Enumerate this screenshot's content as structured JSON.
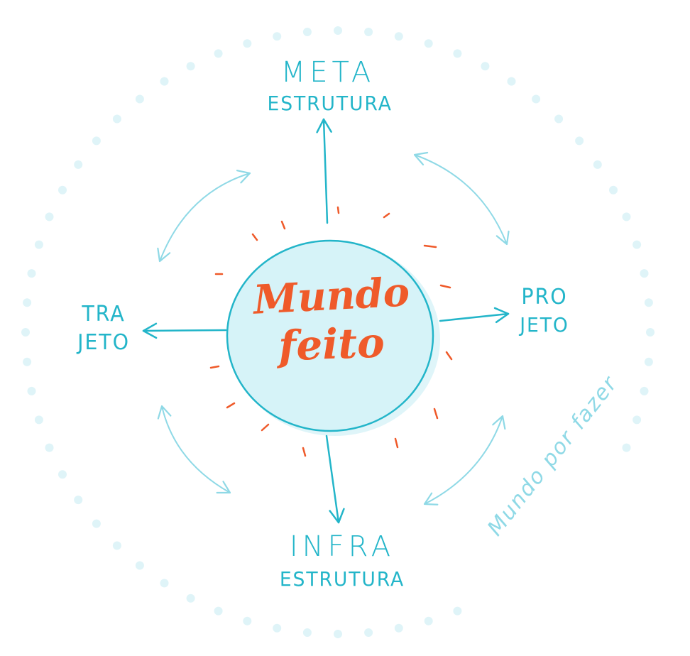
{
  "diagram": {
    "center": {
      "line1": "Mundo",
      "line2": "feito"
    },
    "top": {
      "line1": "META",
      "line2": "ESTRUTURA"
    },
    "bottom": {
      "line1": "INFRA",
      "line2": "ESTRUTURA"
    },
    "left": {
      "line1": "TRA",
      "line2": "JETO"
    },
    "right": {
      "line1": "PRO",
      "line2": "JETO"
    },
    "outer_label": "Mundo por fazer"
  },
  "colors": {
    "teal": "#23b5c9",
    "light_teal": "#8fd9e6",
    "circle_fill": "#d6f3f8",
    "dots": "#dff4f8",
    "orange": "#ef5a2a"
  }
}
